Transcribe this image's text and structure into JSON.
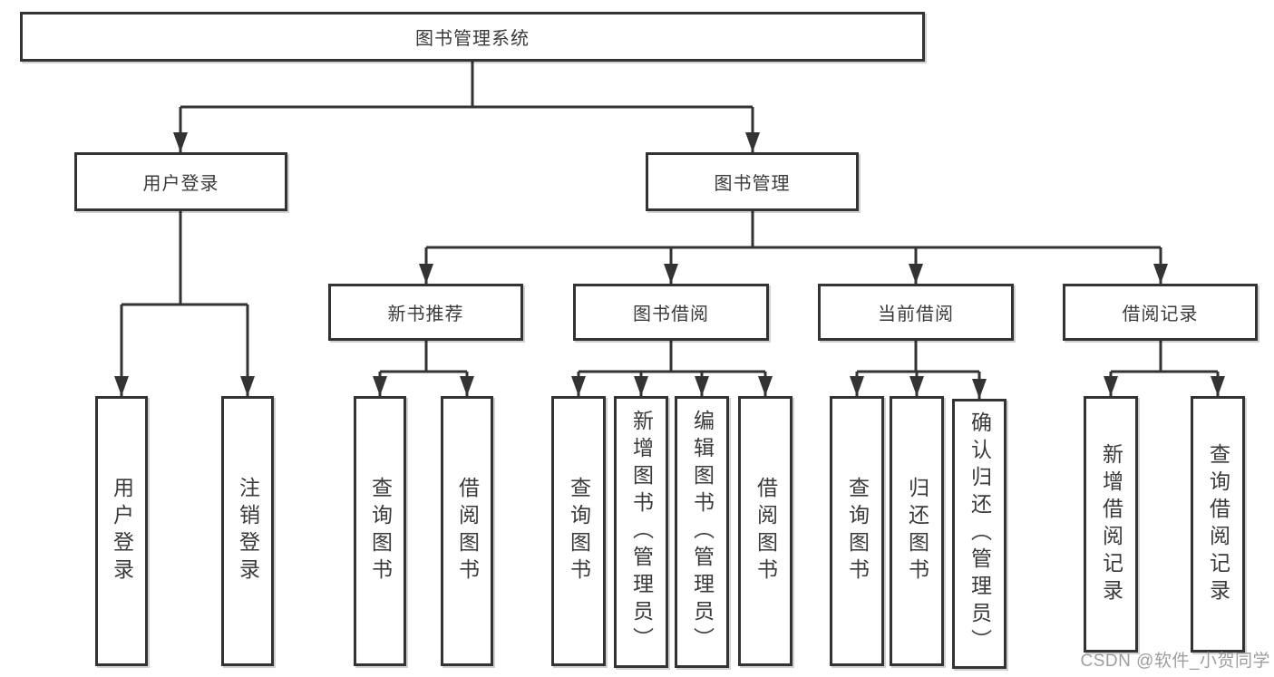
{
  "colors": {
    "line": "#333333",
    "box_border": "#333333",
    "text": "#3a3a3a",
    "watermark": "#9e9e9e",
    "background": "#ffffff"
  },
  "diagram": {
    "type": "tree",
    "root": {
      "label": "图书管理系统"
    },
    "branches": [
      {
        "label": "用户登录",
        "children": [
          {
            "label": "用户登录"
          },
          {
            "label": "注销登录"
          }
        ]
      },
      {
        "label": "图书管理",
        "children": [
          {
            "label": "新书推荐",
            "children": [
              {
                "label": "查询图书"
              },
              {
                "label": "借阅图书"
              }
            ]
          },
          {
            "label": "图书借阅",
            "children": [
              {
                "label": "查询图书"
              },
              {
                "label": "新增图书（管理员）"
              },
              {
                "label": "编辑图书（管理员）"
              },
              {
                "label": "借阅图书"
              }
            ]
          },
          {
            "label": "当前借阅",
            "children": [
              {
                "label": "查询图书"
              },
              {
                "label": "归还图书"
              },
              {
                "label": "确认归还（管理员）"
              }
            ]
          },
          {
            "label": "借阅记录",
            "children": [
              {
                "label": "新增借阅记录"
              },
              {
                "label": "查询借阅记录"
              }
            ]
          }
        ]
      }
    ]
  },
  "watermark": {
    "text": "CSDN @软件_小贺同学"
  }
}
